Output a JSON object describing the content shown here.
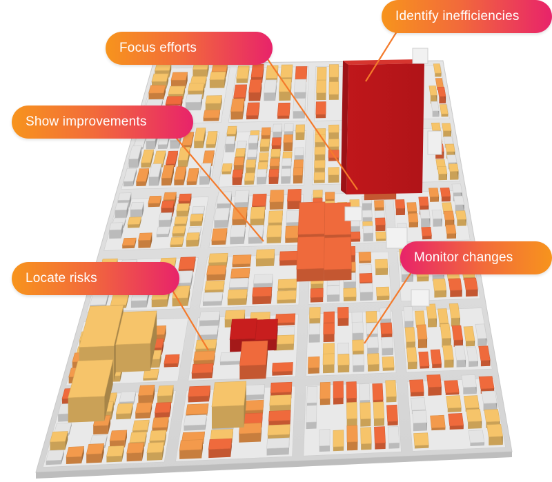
{
  "callouts": {
    "identify": "Identify inefficiencies",
    "focus": "Focus efforts",
    "show": "Show improvements",
    "locate": "Locate risks",
    "monitor": "Monitor changes"
  },
  "colors": {
    "ground": "#dcdcdc",
    "block_gray": "#e4e4e4",
    "yellow": "#f6c46a",
    "orange": "#f39a4c",
    "coral": "#ef6a3c",
    "red": "#c81e1e",
    "callout_orange": "#f7941d",
    "callout_pink": "#e8236a",
    "leader_line": "#f47a2b"
  }
}
